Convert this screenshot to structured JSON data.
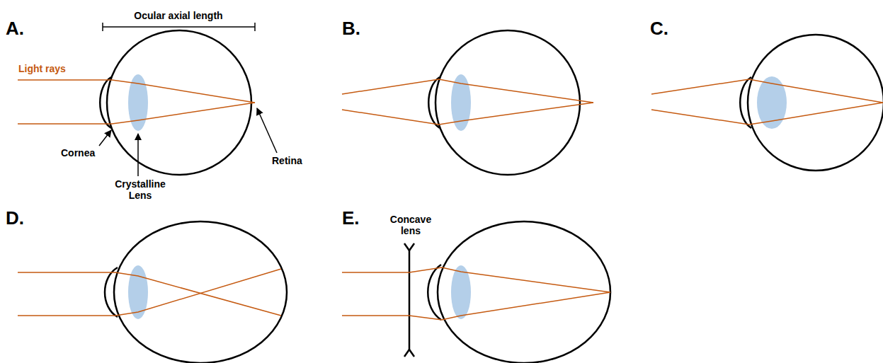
{
  "diagram": {
    "labels": [
      "A.",
      "Ocular axial length",
      "Light rays",
      "Cornea",
      "Crystalline Lens",
      "Retina",
      "B.",
      "C.",
      "D.",
      "E.",
      "Concave lens"
    ]
  }
}
